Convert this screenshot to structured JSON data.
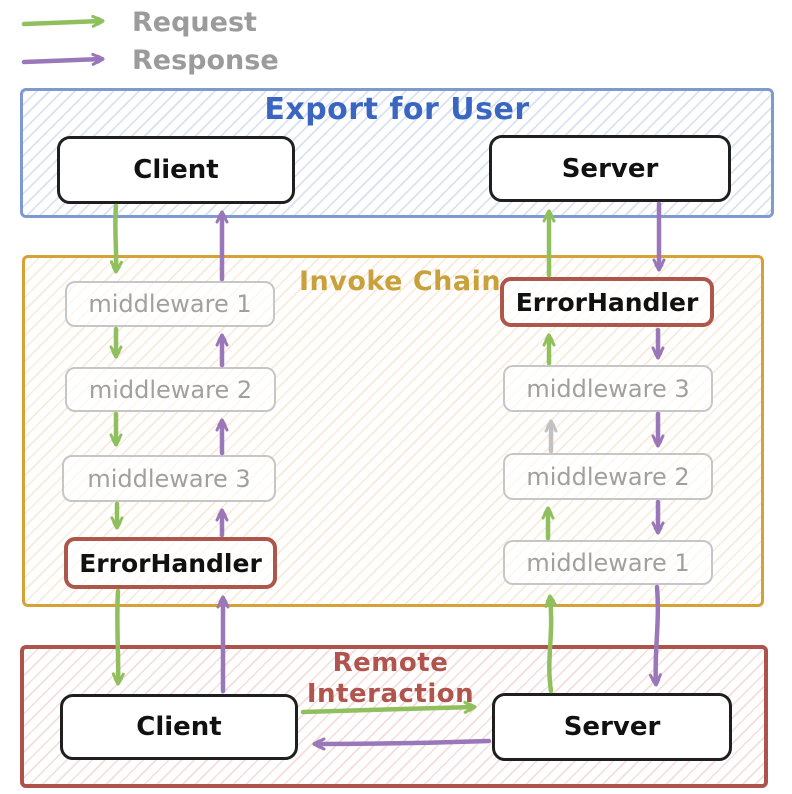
{
  "legend": {
    "request_label": "Request",
    "response_label": "Response",
    "request_color": "#90c05e",
    "response_color": "#9a77b8",
    "label_color": "#9b9b9b"
  },
  "groups": {
    "export_for_user": {
      "title": "Export for User",
      "title_color": "#3a66c2",
      "border_color": "#7e9ace"
    },
    "invoke_chain": {
      "title": "Invoke Chain",
      "title_color": "#c9a13c",
      "border_color": "#d6a137"
    },
    "remote_interaction": {
      "title": "Remote Interaction",
      "title_color": "#b0554e",
      "border_color": "#ae524c"
    }
  },
  "nodes": {
    "client_top": {
      "label": "Client"
    },
    "server_top": {
      "label": "Server"
    },
    "middleware1_left": {
      "label": "middleware 1"
    },
    "middleware2_left": {
      "label": "middleware 2"
    },
    "middleware3_left": {
      "label": "middleware 3"
    },
    "errorhandler_left": {
      "label": "ErrorHandler"
    },
    "errorhandler_right": {
      "label": "ErrorHandler"
    },
    "middleware3_right": {
      "label": "middleware 3"
    },
    "middleware2_right": {
      "label": "middleware 2"
    },
    "middleware1_right": {
      "label": "middleware 1"
    },
    "client_bottom": {
      "label": "Client"
    },
    "server_bottom": {
      "label": "Server"
    }
  },
  "colors": {
    "request_arrow": "#90c05e",
    "response_arrow": "#9a77b8",
    "faded_arrow": "#c2c2c2",
    "errorhandler_border": "#ad564b",
    "middleware_border": "#c6c6c6",
    "middleware_text": "#a0a0a0",
    "node_border": "#1f1f1f"
  }
}
